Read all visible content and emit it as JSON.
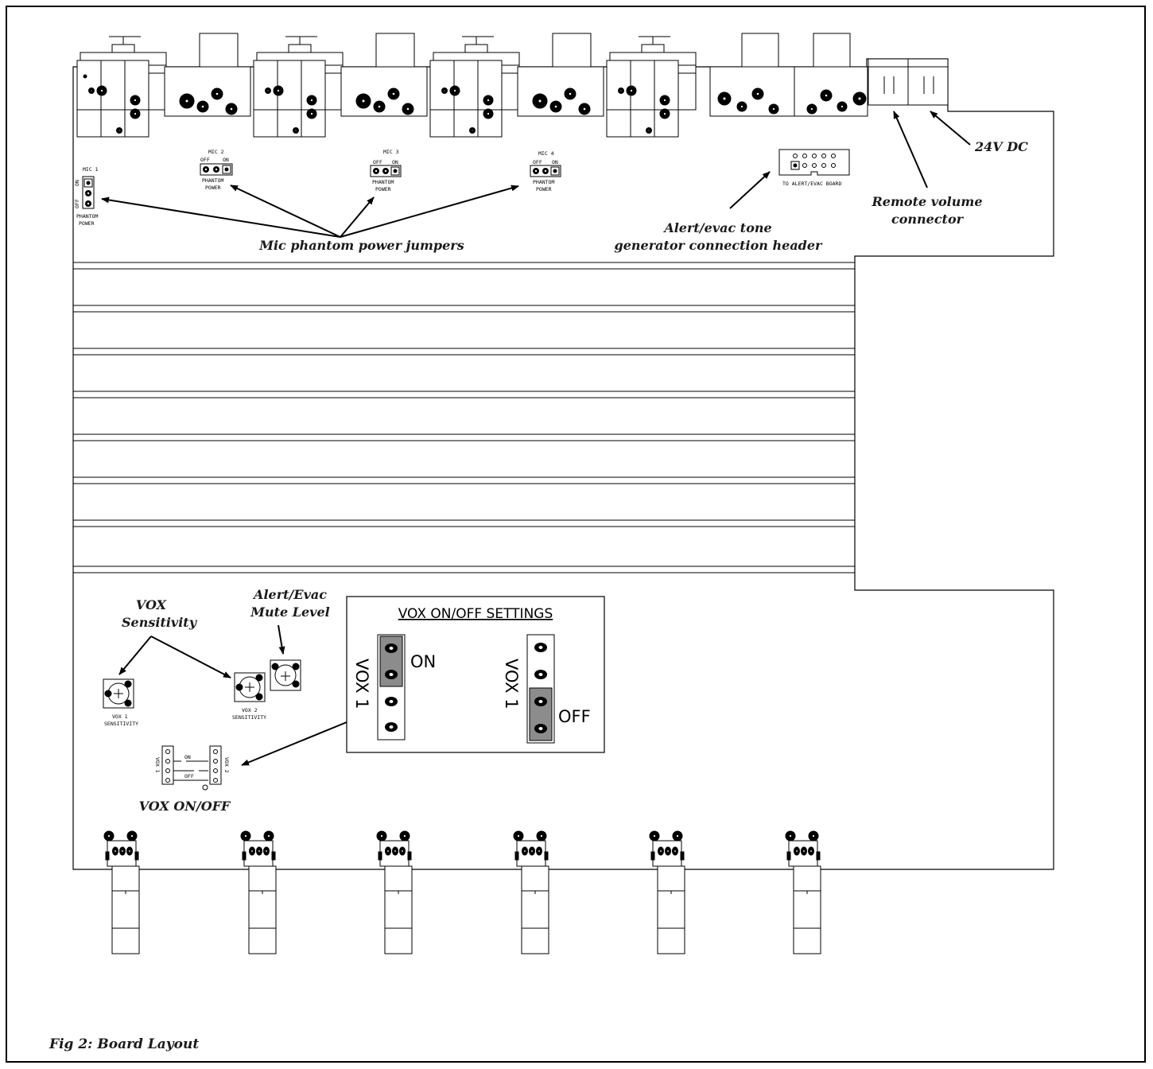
{
  "caption": "Fig 2: Board Layout",
  "callouts": {
    "mic_phantom_jumpers": "Mic phantom power jumpers",
    "alert_header_line1": "Alert/evac tone",
    "alert_header_line2": "generator connection header",
    "remote_volume_line1": "Remote volume",
    "remote_volume_line2": "connector",
    "dc_power": "24V DC",
    "vox_sensitivity_line1": "VOX",
    "vox_sensitivity_line2": "Sensitivity",
    "alert_mute_line1": "Alert/Evac",
    "alert_mute_line2": "Mute Level",
    "vox_onoff": "VOX  ON/OFF"
  },
  "silkscreen": {
    "mic1": "MIC 1",
    "mic2": "MIC 2",
    "mic3": "MIC 3",
    "mic4": "MIC 4",
    "off": "OFF",
    "on": "ON",
    "phantom": "PHANTOM",
    "power": "POWER",
    "alert_board": "TO ALERT/EVAC BOARD",
    "vox1_sens_line1": "VOX 1",
    "vox2_sens_line1": "VOX 2",
    "sensitivity": "SENSITIVITY",
    "vox1": "VOX 1",
    "vox2": "VOX 2",
    "sw_on": "ON",
    "sw_off": "OFF"
  },
  "vox_settings": {
    "title": "VOX ON/OFF SETTINGS",
    "left_label": "VOX 1",
    "left_state": "ON",
    "right_label": "VOX 1",
    "right_state": "OFF"
  },
  "colors": {
    "jumper_fill": "#8c8c8c",
    "ink": "#000000"
  }
}
